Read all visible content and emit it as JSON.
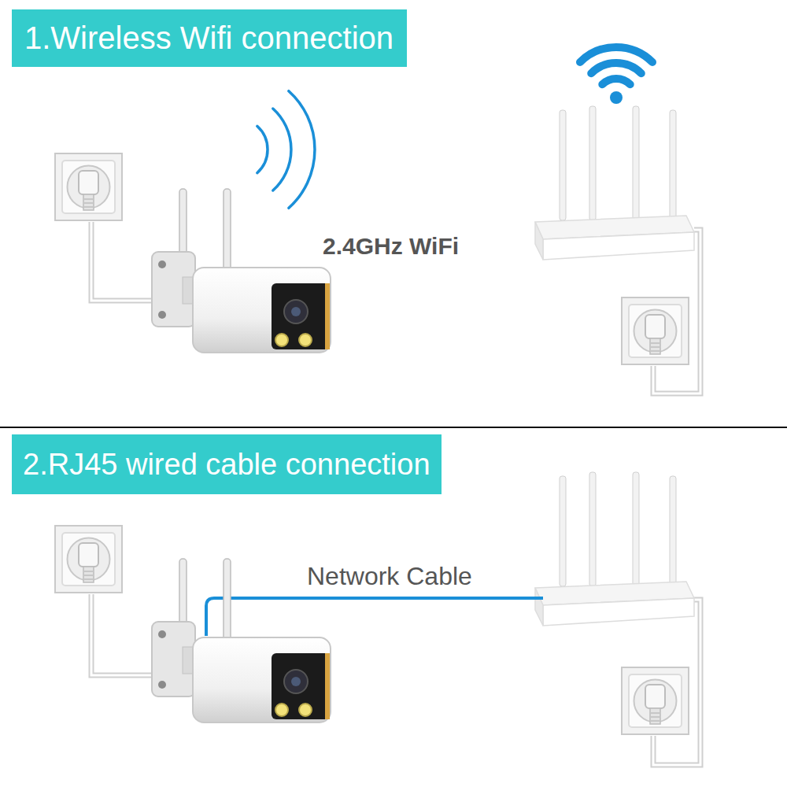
{
  "diagram": {
    "nodes": [
      {
        "text": [
          "1.Wireless Wifi connection"
        ]
      },
      {
        "text": [
          "2.RJ45 wired cable connection"
        ]
      }
    ],
    "labels": [
      "2.4GHz WiFi",
      "Network Cable"
    ]
  }
}
